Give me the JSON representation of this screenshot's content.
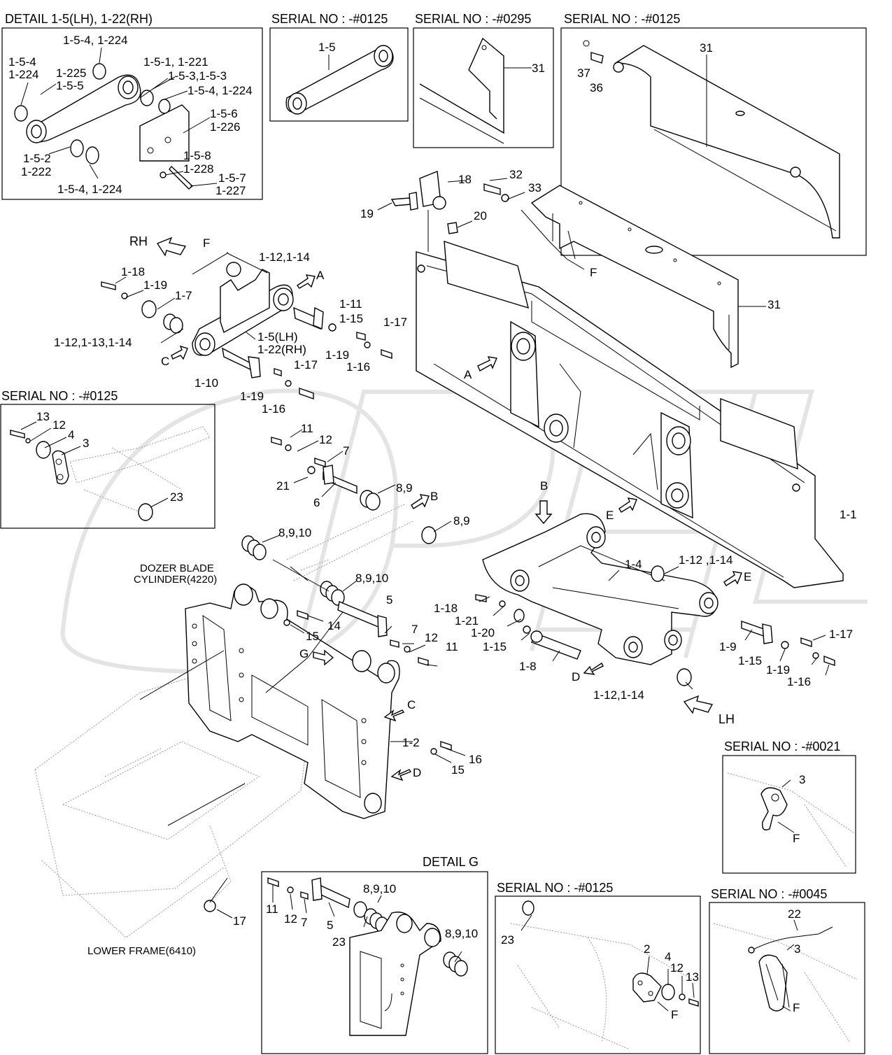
{
  "titles": {
    "detail_15": "DETAIL 1-5(LH), 1-22(RH)",
    "serial_0125_a": "SERIAL NO : -#0125",
    "serial_0295": "SERIAL NO : -#0295",
    "serial_0125_b": "SERIAL NO : -#0125",
    "serial_0125_c": "SERIAL NO : -#0125",
    "detail_g": "DETAIL G",
    "serial_0125_d": "SERIAL NO : -#0125",
    "serial_0021": "SERIAL NO : -#0021",
    "serial_0045": "SERIAL NO : -#0045"
  },
  "notes": {
    "dozer_1": "DOZER BLADE",
    "dozer_2": "CYLINDER(4220)",
    "lower_frame": "LOWER FRAME(6410)",
    "rh": "RH",
    "lh": "LH"
  },
  "labels": {
    "d_154a": "1-5-4, 1-224",
    "d_154b_1": "1-5-4",
    "d_154b_2": "1-224",
    "d_225": "1-225",
    "d_155": "1-5-5",
    "d_151": "1-5-1, 1-221",
    "d_153": "1-5-3,1-5-3",
    "d_154c": "1-5-4, 1-224",
    "d_156_1": "1-5-6",
    "d_156_2": "1-226",
    "d_152_1": "1-5-2",
    "d_152_2": "1-222",
    "d_158_1": "1-5-8",
    "d_158_2": "1-228",
    "d_157_1": "1-5-7",
    "d_157_2": "1-227",
    "d_154d": "1-5-4, 1-224",
    "s_15": "1-5",
    "p_31a": "31",
    "p_31b": "31",
    "p_37": "37",
    "p_36": "36",
    "p_18": "18",
    "p_19": "19",
    "p_20": "20",
    "p_32": "32",
    "p_33": "33",
    "p_f1": "F",
    "p_31c": "31",
    "p_f2": "F",
    "p_1_12a": "1-12,1-14",
    "p_a1": "A",
    "p_1_18": "1-18",
    "p_1_19a": "1-19",
    "p_1_7": "1-7",
    "p_1_11": "1-11",
    "p_1_15a": "1-15",
    "p_1_17a": "1-17",
    "p_1_12b": "1-12,1-13,1-14",
    "p_1_5lh": "1-5(LH)",
    "p_1_22rh": "1-22(RH)",
    "p_1_19b": "1-19",
    "p_1_16a": "1-16",
    "p_c1": "C",
    "p_1_17b": "1-17",
    "p_1_10": "1-10",
    "p_1_19c": "1-19",
    "p_1_16b": "1-16",
    "p_a2": "A",
    "s_13": "13",
    "s_12": "12",
    "s_4": "4",
    "s_3": "3",
    "s_23": "23",
    "p_11a": "11",
    "p_12a": "12",
    "p_7a": "7",
    "p_21": "21",
    "p_6": "6",
    "p_89a": "8,9",
    "p_b1": "B",
    "p_89b": "8,9",
    "p_8910a": "8,9,10",
    "p_8910b": "8,9,10",
    "p_b2": "B",
    "p_e1": "E",
    "p_1_1": "1-1",
    "p_1_4": "1-4",
    "p_1_12c": "1-12 ,1-14",
    "p_e2": "E",
    "p_1_18b": "1-18",
    "p_1_21": "1-21",
    "p_1_20": "1-20",
    "p_1_15b": "1-15",
    "p_1_8": "1-8",
    "p_d1": "D",
    "p_1_9": "1-9",
    "p_1_15c": "1-15",
    "p_1_17c": "1-17",
    "p_1_19d": "1-19",
    "p_1_16c": "1-16",
    "p_1_12d": "1-12,1-14",
    "p_5": "5",
    "p_14": "14",
    "p_15a": "15",
    "p_7b": "7",
    "p_12b": "12",
    "p_11b": "11",
    "p_g": "G",
    "p_c2": "C",
    "p_1_2": "1-2",
    "p_16": "16",
    "p_15b": "15",
    "p_d2": "D",
    "p_17": "17",
    "g_11": "11",
    "g_12": "12",
    "g_7": "7",
    "g_5": "5",
    "g_8910a": "8,9,10",
    "g_23": "23",
    "g_8910b": "8,9,10",
    "s2_23": "23",
    "s2_2": "2",
    "s2_4": "4",
    "s2_12": "12",
    "s2_13": "13",
    "s2_f": "F",
    "s3_3": "3",
    "s3_f": "F",
    "s4_22": "22",
    "s4_3": "3",
    "s4_f": "F"
  }
}
